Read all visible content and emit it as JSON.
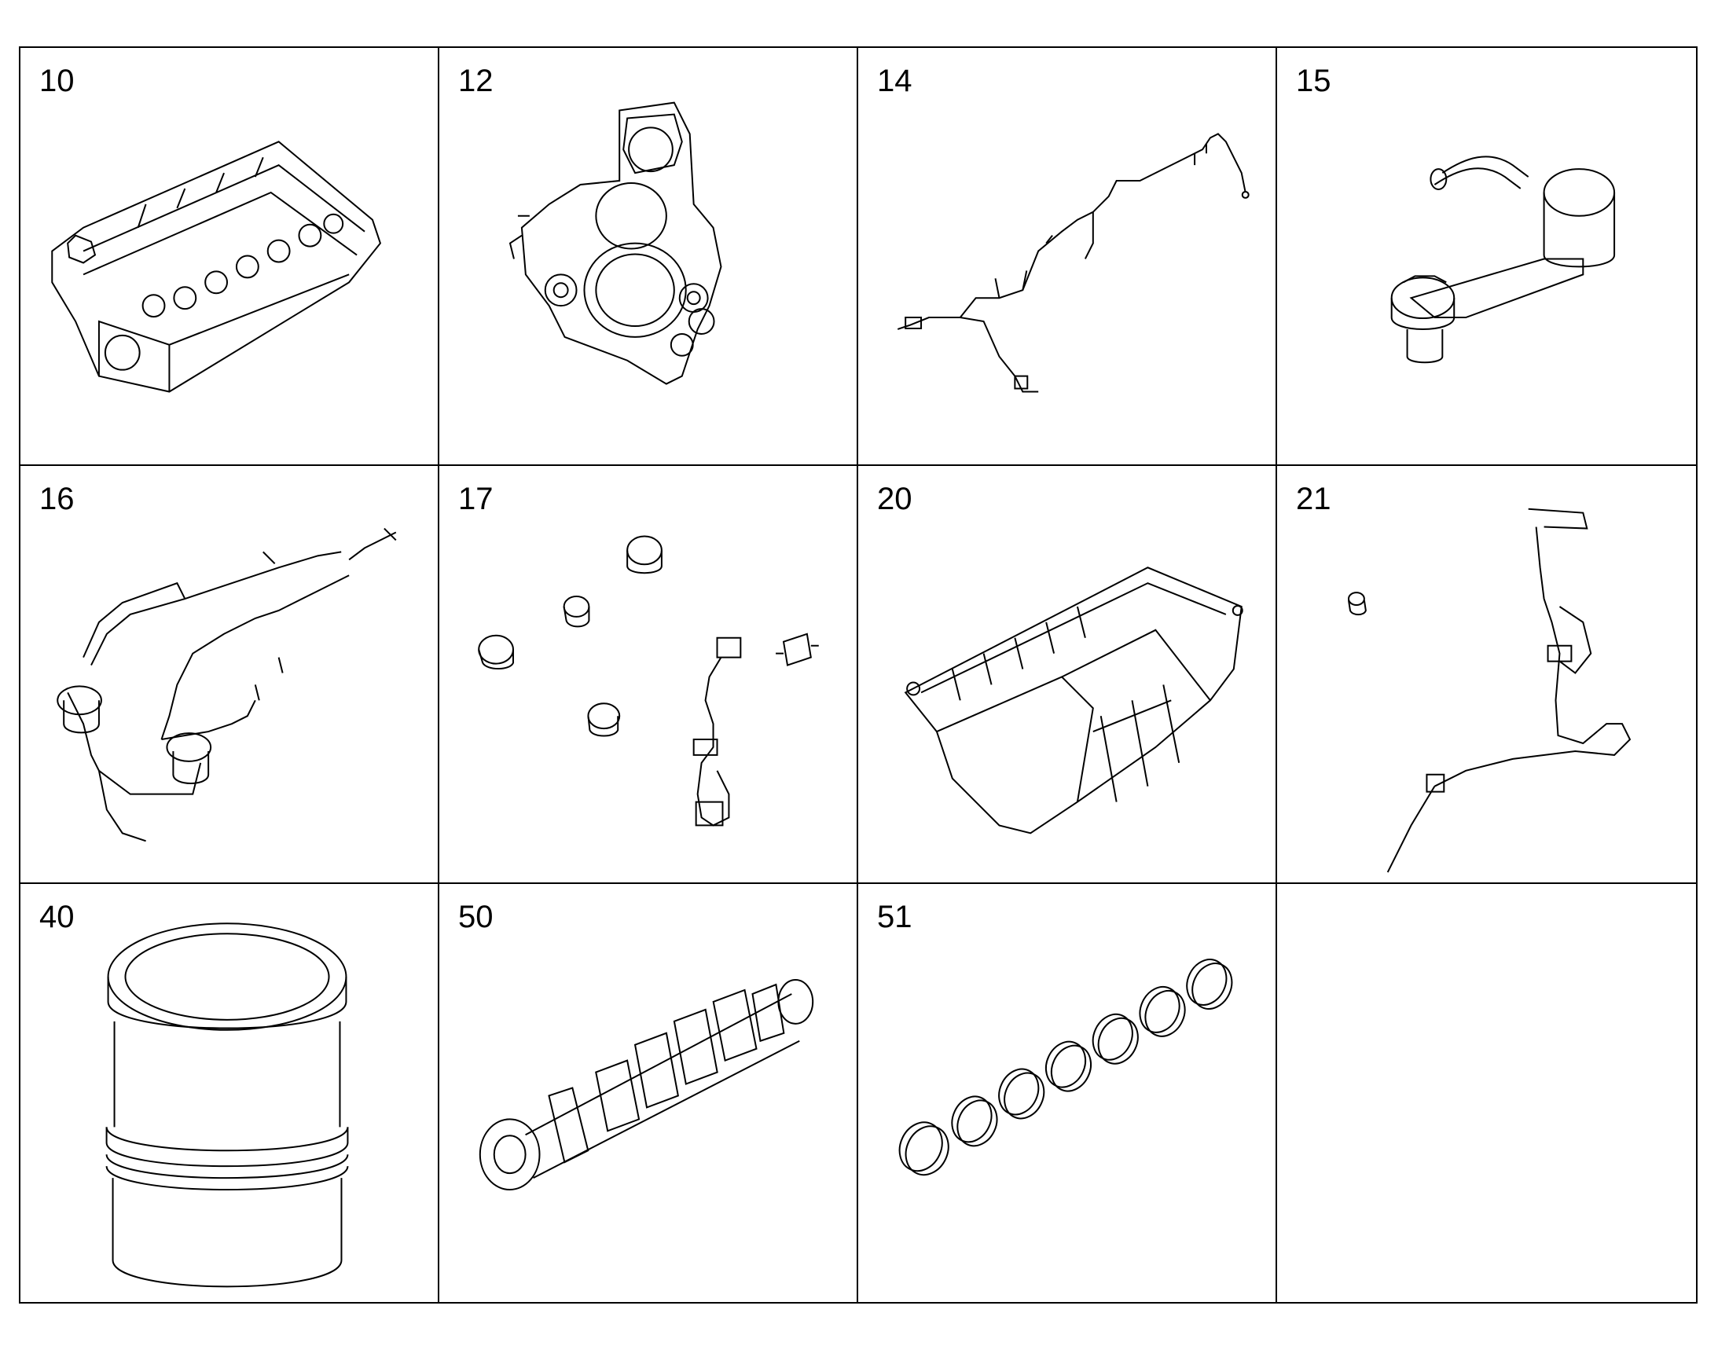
{
  "cells": [
    {
      "number": "10",
      "icon": "engine-block-icon"
    },
    {
      "number": "12",
      "icon": "timing-case-cover-icon"
    },
    {
      "number": "14",
      "icon": "wiring-harness-icon"
    },
    {
      "number": "15",
      "icon": "oil-filter-housing-icon"
    },
    {
      "number": "16",
      "icon": "fuel-lines-icon"
    },
    {
      "number": "17",
      "icon": "plugs-and-sensor-icon"
    },
    {
      "number": "20",
      "icon": "oil-pan-icon"
    },
    {
      "number": "21",
      "icon": "dipstick-icon"
    },
    {
      "number": "40",
      "icon": "cylinder-liner-icon"
    },
    {
      "number": "50",
      "icon": "crankshaft-icon"
    },
    {
      "number": "51",
      "icon": "main-bearings-icon"
    },
    {
      "number": "",
      "icon": ""
    }
  ]
}
